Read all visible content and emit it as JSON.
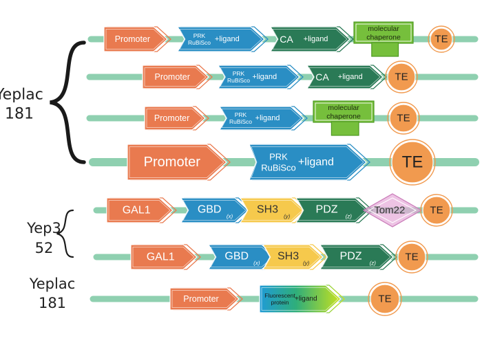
{
  "colors": {
    "backbone": "#8fd0b0",
    "promoter": "#e97a4f",
    "prk": "#2a8ec4",
    "ca": "#2a7a56",
    "chaperone": "#76bf3c",
    "te": "#f19a4f",
    "gbd": "#2a8ec4",
    "sh3": "#f6c94c",
    "pdz": "#2a7a56",
    "tom22": "#e6a9d9",
    "brace": "#1a1a1a"
  },
  "labels": [
    {
      "lines": [
        "Yeplac",
        "181"
      ]
    },
    {
      "lines": [
        "Yep3",
        "52"
      ]
    },
    {
      "lines": [
        "Yeplac",
        "181"
      ]
    }
  ],
  "constructs": [
    {
      "parts": [
        {
          "kind": "promoter",
          "text": [
            "Promoter"
          ]
        },
        {
          "kind": "prk",
          "text": [
            "PRK",
            "RuBiSco"
          ],
          "suffix": "+ligand"
        },
        {
          "kind": "ca",
          "text": [
            "CA"
          ],
          "suffix": "+ligand"
        },
        {
          "kind": "chaperone",
          "text": [
            "molecular",
            "chaperone"
          ]
        },
        {
          "kind": "te",
          "text": [
            "TE"
          ]
        }
      ]
    },
    {
      "parts": [
        {
          "kind": "promoter",
          "text": [
            "Promoter"
          ]
        },
        {
          "kind": "prk",
          "text": [
            "PRK",
            "RuBiSco"
          ],
          "suffix": "+ligand"
        },
        {
          "kind": "ca",
          "text": [
            "CA"
          ],
          "suffix": "+ligand"
        },
        {
          "kind": "te",
          "text": [
            "TE"
          ]
        }
      ]
    },
    {
      "parts": [
        {
          "kind": "promoter",
          "text": [
            "Promoter"
          ]
        },
        {
          "kind": "prk",
          "text": [
            "PRK",
            "RuBiSco"
          ],
          "suffix": "+ligand"
        },
        {
          "kind": "chaperone",
          "text": [
            "molecular",
            "chaperone"
          ]
        },
        {
          "kind": "te",
          "text": [
            "TE"
          ]
        }
      ]
    },
    {
      "parts": [
        {
          "kind": "promoter",
          "text": [
            "Promoter"
          ]
        },
        {
          "kind": "prk",
          "text": [
            "PRK",
            "RuBiSco"
          ],
          "suffix": "+ligand"
        },
        {
          "kind": "te",
          "text": [
            "TE"
          ]
        }
      ]
    },
    {
      "parts": [
        {
          "kind": "promoter",
          "text": [
            "GAL1"
          ]
        },
        {
          "kind": "gbd",
          "text": [
            "GBD"
          ],
          "sub": "(x)"
        },
        {
          "kind": "sh3",
          "text": [
            "SH3"
          ],
          "sub": "(y)"
        },
        {
          "kind": "pdz",
          "text": [
            "PDZ"
          ],
          "sub": "(z)"
        },
        {
          "kind": "tom22",
          "text": [
            "Tom22"
          ]
        },
        {
          "kind": "te",
          "text": [
            "TE"
          ]
        }
      ]
    },
    {
      "parts": [
        {
          "kind": "promoter",
          "text": [
            "GAL1"
          ]
        },
        {
          "kind": "gbd",
          "text": [
            "GBD"
          ],
          "sub": "(x)"
        },
        {
          "kind": "sh3",
          "text": [
            "SH3"
          ],
          "sub": "(y)"
        },
        {
          "kind": "pdz",
          "text": [
            "PDZ"
          ],
          "sub": "(z)"
        },
        {
          "kind": "te",
          "text": [
            "TE"
          ]
        }
      ]
    },
    {
      "parts": [
        {
          "kind": "promoter",
          "text": [
            "Promoter"
          ]
        },
        {
          "kind": "fluor",
          "text": [
            "Fluorescent",
            "protein"
          ],
          "suffix": "+ligand"
        },
        {
          "kind": "te",
          "text": [
            "TE"
          ]
        }
      ]
    }
  ]
}
